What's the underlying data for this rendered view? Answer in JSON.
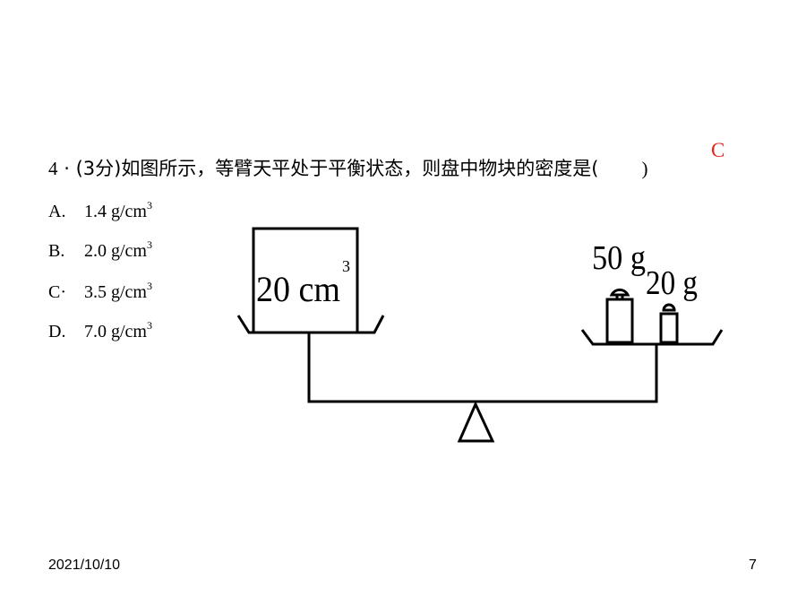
{
  "question": {
    "number": "4",
    "sep": "·",
    "score": "(3分)",
    "text": "如图所示，等臂天平处于平衡状态，则盘中物块的密度是(",
    "close_paren": ")",
    "answer": "C"
  },
  "options": [
    {
      "letter": "A.",
      "value": "1.4 g/cm",
      "exp": "3"
    },
    {
      "letter": "B.",
      "value": "2.0 g/cm",
      "exp": "3"
    },
    {
      "letter": "C·",
      "value": "3.5 g/cm",
      "exp": "3"
    },
    {
      "letter": "D.",
      "value": "7.0 g/cm",
      "exp": "3"
    }
  ],
  "diagram": {
    "block_label": "20 cm",
    "block_exp": "3",
    "weight_big": "50 g",
    "weight_small": "20 g"
  },
  "footer": {
    "date": "2021/10/10",
    "page": "7"
  }
}
